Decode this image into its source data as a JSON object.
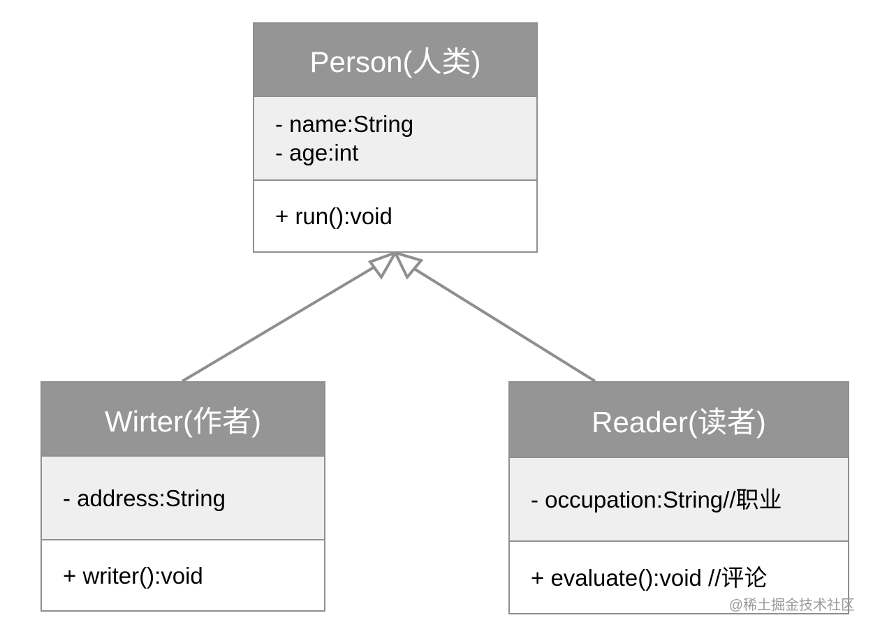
{
  "diagram": {
    "classes": [
      {
        "id": "person",
        "name": "Person(人类)",
        "attributes": [
          "- name:String",
          "- age:int"
        ],
        "methods": [
          "+ run():void"
        ]
      },
      {
        "id": "writer",
        "name": "Wirter(作者)",
        "attributes": [
          "- address:String"
        ],
        "methods": [
          "+ writer():void"
        ]
      },
      {
        "id": "reader",
        "name": "Reader(读者)",
        "attributes": [
          "- occupation:String//职业"
        ],
        "methods": [
          "+ evaluate():void //评论"
        ]
      }
    ],
    "relations": [
      {
        "type": "generalization",
        "from": "writer",
        "to": "person"
      },
      {
        "type": "generalization",
        "from": "reader",
        "to": "person"
      }
    ],
    "colors": {
      "header_fill": "#959595",
      "attrs_fill": "#efefef",
      "border": "#8f8f8f",
      "edge": "#8f8f8f"
    }
  },
  "watermark": {
    "text": "@稀土掘金技术社区"
  }
}
